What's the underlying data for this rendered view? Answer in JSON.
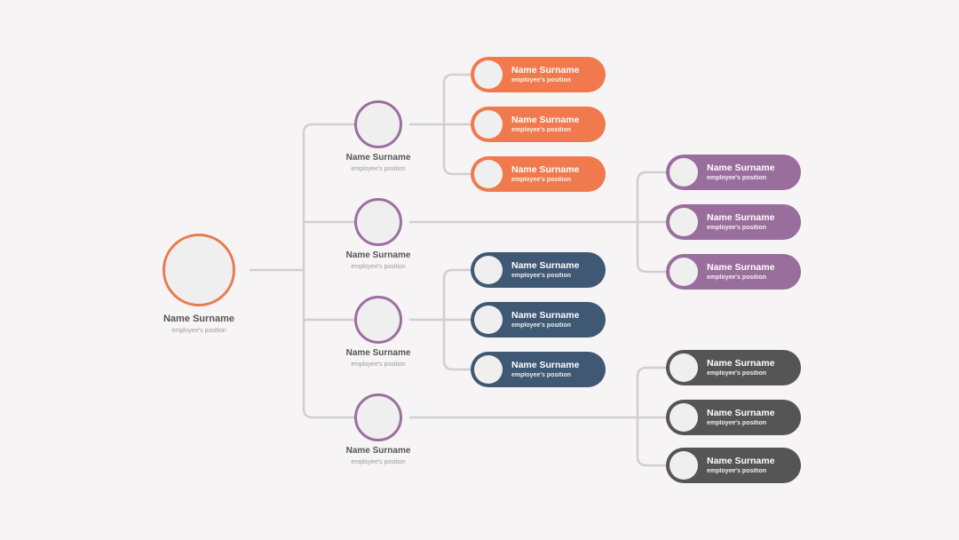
{
  "colors": {
    "background": "#f7f4f6",
    "connector": "#cfcfcf",
    "root_ring": "#e97b4f",
    "manager_ring": "#9b6f9e",
    "orange": "#f07a4d",
    "purple": "#9a6e9c",
    "navy": "#3f5873",
    "charcoal": "#555555"
  },
  "root": {
    "name": "Name Surname",
    "position": "employee's position"
  },
  "managers": [
    {
      "name": "Name Surname",
      "position": "employee's position",
      "team_color": "orange",
      "team": [
        {
          "name": "Name Surname",
          "position": "employee's position"
        },
        {
          "name": "Name Surname",
          "position": "employee's position"
        },
        {
          "name": "Name Surname",
          "position": "employee's position"
        }
      ]
    },
    {
      "name": "Name Surname",
      "position": "employee's position",
      "team_color": "purple",
      "team": [
        {
          "name": "Name Surname",
          "position": "employee's position"
        },
        {
          "name": "Name Surname",
          "position": "employee's position"
        },
        {
          "name": "Name Surname",
          "position": "employee's position"
        }
      ]
    },
    {
      "name": "Name Surname",
      "position": "employee's position",
      "team_color": "navy",
      "team": [
        {
          "name": "Name Surname",
          "position": "employee's position"
        },
        {
          "name": "Name Surname",
          "position": "employee's position"
        },
        {
          "name": "Name Surname",
          "position": "employee's position"
        }
      ]
    },
    {
      "name": "Name Surname",
      "position": "employee's position",
      "team_color": "charcoal",
      "team": [
        {
          "name": "Name Surname",
          "position": "employee's position"
        },
        {
          "name": "Name Surname",
          "position": "employee's position"
        },
        {
          "name": "Name Surname",
          "position": "employee's position"
        }
      ]
    }
  ]
}
